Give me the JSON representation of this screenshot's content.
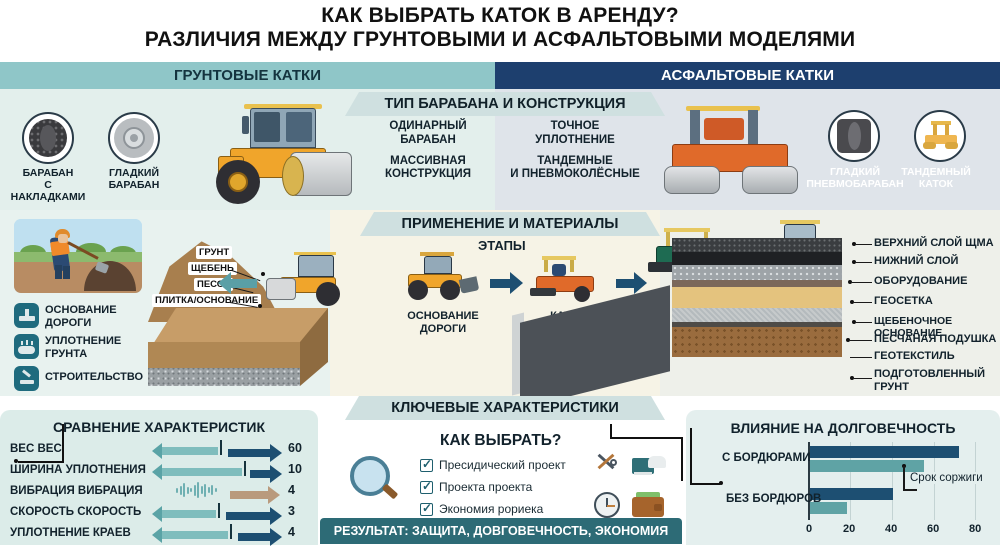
{
  "title": {
    "line1": "КАК ВЫБРАТЬ КАТОК В АРЕНДУ?",
    "line2": "РАЗЛИЧИЯ МЕЖДУ ГРУНТОВЫМИ И АСФАЛЬТОВЫМИ МОДЕЛЯМИ"
  },
  "bands": {
    "ground": "ГРУНТОВЫЕ КАТКИ",
    "asphalt": "АСФАЛЬТОВЫЕ КАТКИ",
    "ground_color": "#8fc6c8",
    "asphalt_color": "#1d3f6e"
  },
  "section1": {
    "ribbon": "ТИП БАРАБАНА И КОНСТРУКЦИЯ",
    "left_icons": [
      {
        "name": "padfoot-drum-icon",
        "caption": "БАРАБАН\nС НАКЛАДКАМИ"
      },
      {
        "name": "smooth-drum-icon",
        "caption": "ГЛАДКИЙ\nБАРАБАН"
      }
    ],
    "left_text": [
      "ОДИНАРНЫЙ БАРАБАН",
      "МАССИВНАЯ КОНСТРУКЦИЯ"
    ],
    "left_text_1a": "ОДИНАРНЫЙ",
    "left_text_1b": "БАРАБАН",
    "left_text_2a": "МАССИВНАЯ",
    "left_text_2b": "КОНСТРУКЦИЯ",
    "right_text_1a": "ТОЧНОЕ",
    "right_text_1b": "УПЛОТНЕНИЕ",
    "right_text_2a": "ТАНДЕМНЫЕ",
    "right_text_2b": "И ПНЕВМОКОЛЁСНЫЕ",
    "right_icons": [
      {
        "name": "pneumatic-drum-icon",
        "caption_1": "ГЛАДКИЙ",
        "caption_2": "ПНЕВМОБАРАБАН"
      },
      {
        "name": "tandem-roller-icon",
        "caption_1": "ТАНДЕМНЫЙ",
        "caption_2": "КАТОК"
      }
    ]
  },
  "section2": {
    "ribbon": "ПРИМЕНЕНИЕ И МАТЕРИАЛЫ",
    "stages_label": "ЭТАПЫ",
    "left_list": [
      {
        "icon": "road-base-icon",
        "label_1": "ОСНОВАНИЕ",
        "label_2": "ДОРОГИ"
      },
      {
        "icon": "soil-compaction-icon",
        "label_1": "УПЛОТНЕНИЕ",
        "label_2": "ГРУНТА"
      },
      {
        "icon": "construction-icon",
        "label_1": "СТРОИТЕЛЬСТВО",
        "label_2": ""
      }
    ],
    "earth_labels": [
      "ГРУНТ",
      "ЩЕБЕНЬ",
      "ПЕСОК",
      "ПЛИТКА/ОСНОВАНИЕ"
    ],
    "stage_captions": [
      {
        "line1": "ОСНОВАНИЕ",
        "line2": "ДОРОГИ"
      },
      {
        "line1": "КАТОК",
        "line2": ""
      }
    ],
    "layer_labels": [
      "ВЕРХНИЙ СЛОЙ ЩМА",
      "НИЖНИЙ СЛОЙ",
      "ОБОРУДОВАНИЕ",
      "ГЕОСЕТКА",
      "ЩЕБЕНОЧНОЕ ОСНОВАНИЕ",
      "ПЕСЧАНАЯ ПОДУШКА",
      "ГЕОТЕКСТИЛЬ",
      "ПОДГОТОВЛЕННЫЙ ГРУНТ"
    ],
    "layer_label_last_1": "ПОДГОТОВЛЕННЫЙ",
    "layer_label_last_2": "ГРУНТ"
  },
  "section3": {
    "ribbon": "КЛЮЧЕВЫЕ ХАРАКТЕРИСТИКИ",
    "left_title": "СРАВНЕНИЕ ХАРАКТЕРИСТИК",
    "how_title": "КАК ВЫБРАТЬ?",
    "checklist": [
      "Пресидический проект",
      "Проекта проекта",
      "Экономия рориека"
    ],
    "result": "РЕЗУЛЬТАТ: ЗАЩИТА, ДОВГОВЕЧНОСТЬ, ЭКОНОМИЯ",
    "icons": [
      "tools-icon",
      "truck-card-icon",
      "clock-icon",
      "wallet-icon"
    ],
    "right_title": "ВЛИЯНИЕ НА ДОЛГОВЕЧНОСТЬ"
  },
  "chart_data": [
    {
      "type": "bar",
      "title": "СРАВНЕНИЕ ХАРАКТЕРИСТИК",
      "orientation": "horizontal-diverging",
      "categories": [
        "ВЕС   ВЕС",
        "ШИРИНА УПЛОТНЕНИЯ",
        "ВИБРАЦИЯ  ВИБРАЦИЯ",
        "СКОРОСТЬ  СКОРОСТЬ",
        "УПЛОТНЕНИЕ КРАЕВ"
      ],
      "values": [
        60,
        10,
        4,
        3,
        4
      ],
      "left_bar_lengths": [
        66,
        83,
        0,
        65,
        75
      ],
      "xlabel": "",
      "ylabel": "",
      "grid": false
    },
    {
      "type": "bar",
      "title": "ВЛИЯНИЕ НА ДОЛГОВЕЧНОСТЬ",
      "orientation": "horizontal",
      "categories": [
        "С БОРДЮРАМИ",
        "БЕЗ БОРДЮРОВ"
      ],
      "series": [
        {
          "name": "series-dark",
          "values": [
            72,
            40
          ]
        },
        {
          "name": "series-teal",
          "values": [
            55,
            18
          ]
        }
      ],
      "annotation": "Срок соржиги",
      "xticks": [
        0,
        20,
        40,
        60,
        80
      ],
      "xlim": [
        0,
        80
      ],
      "grid": true,
      "colors": {
        "dark": "#1d4f72",
        "teal": "#5fa3a5"
      }
    }
  ]
}
